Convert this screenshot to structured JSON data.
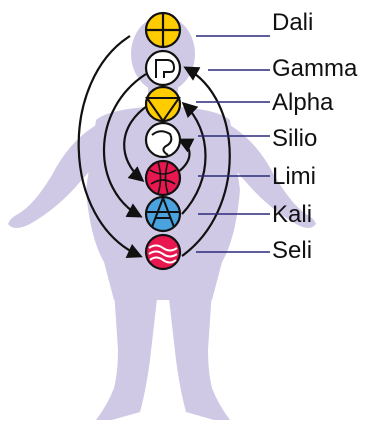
{
  "labels": [
    {
      "id": "dali",
      "text": "Dali",
      "color": "#ffcc00",
      "glyph": "crosshair-circle-icon"
    },
    {
      "id": "gamma",
      "text": "Gamma",
      "color": "#ffffff",
      "glyph": "square-quarter-circle-icon"
    },
    {
      "id": "alpha",
      "text": "Alpha",
      "color": "#ffcc00",
      "glyph": "v-in-circle-icon"
    },
    {
      "id": "silio",
      "text": "Silio",
      "color": "#ffffff",
      "glyph": "swirl-circle-icon"
    },
    {
      "id": "limi",
      "text": "Limi",
      "color": "#e8174f",
      "glyph": "mesh-circle-icon"
    },
    {
      "id": "kali",
      "text": "Kali",
      "color": "#4aa3df",
      "glyph": "a-in-circle-icon"
    },
    {
      "id": "seli",
      "text": "Seli",
      "color": "#e8174f",
      "glyph": "waves-circle-icon"
    }
  ],
  "colors": {
    "body": "#cfc9e6",
    "leader": "#2b2a7a",
    "outline": "#111111"
  }
}
